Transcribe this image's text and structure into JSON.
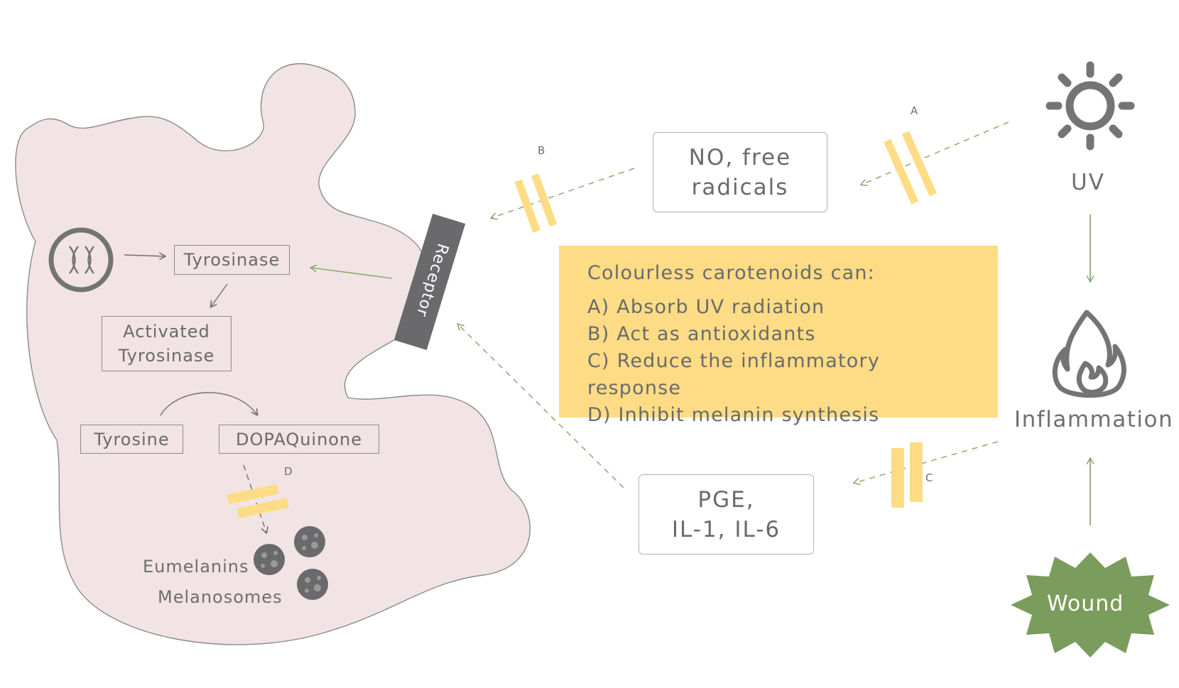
{
  "cell": {
    "nucleus_to_enzyme_label": "Tyrosinase",
    "activated_label": [
      "Activated",
      "Tyrosinase"
    ],
    "tyrosine_label": "Tyrosine",
    "dopaquinone_label": "DOPAQuinone",
    "eumelanins_label": "Eumelanins",
    "melanosomes_label": "Melanosomes",
    "receptor_label": "Receptor"
  },
  "inhibitor_letters": {
    "a": "A",
    "b": "B",
    "c": "C",
    "d": "D"
  },
  "boxes": {
    "radicals": [
      "NO, free",
      "radicals"
    ],
    "mediators": [
      "PGE,",
      "IL-1, IL-6"
    ]
  },
  "sources": {
    "uv_label": "UV",
    "inflammation_label": "Inflammation",
    "wound_label": "Wound"
  },
  "infobox": {
    "heading": "Colourless carotenoids can:",
    "items": [
      "A) Absorb UV radiation",
      "B) Act as antioxidants",
      "C) Reduce the inflammatory response",
      "D) Inhibit melanin synthesis"
    ]
  },
  "colors": {
    "cell_fill": "#f2e4e4",
    "receptor": "#6a6a6c",
    "inhibitor_bar": "#fddc85",
    "dashed_arrow": "#8aab6e",
    "wound": "#7a9c5c",
    "icon_gray": "#747474"
  }
}
